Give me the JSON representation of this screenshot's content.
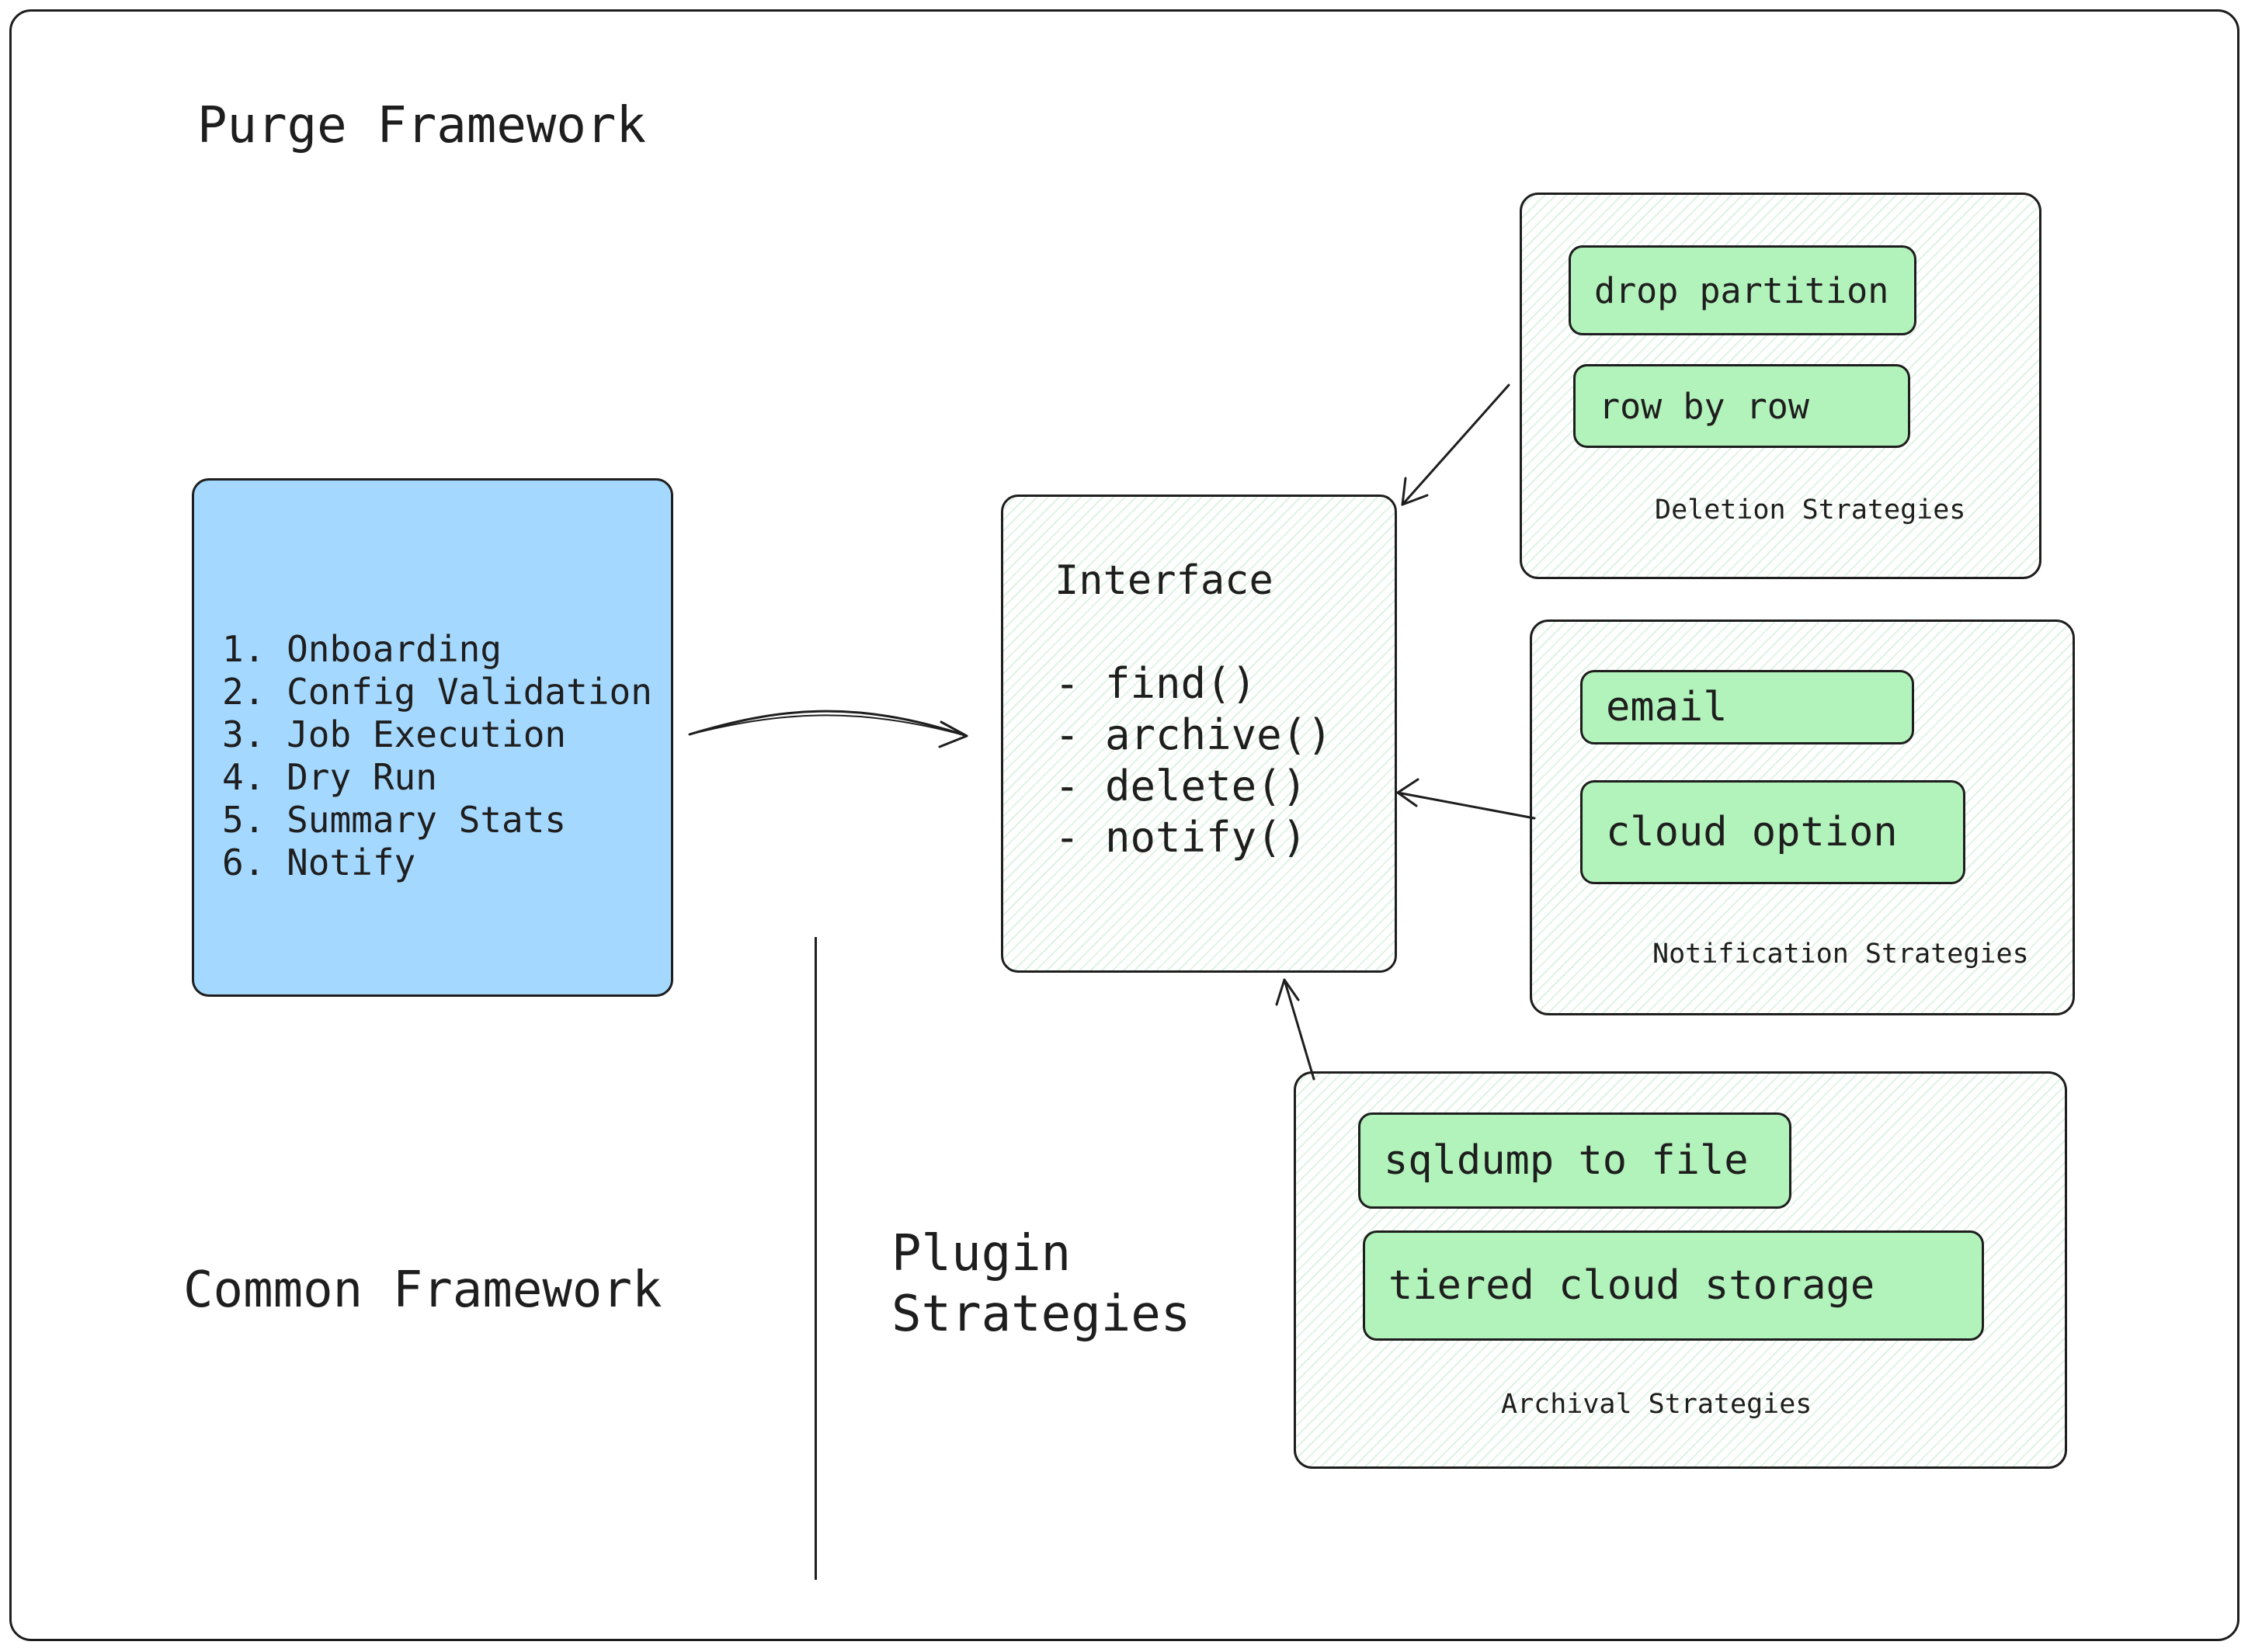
{
  "titles": {
    "purge_framework": "Purge Framework",
    "common_framework": "Common Framework",
    "plugin_line1": "Plugin",
    "plugin_line2": "Strategies"
  },
  "common_steps": [
    "1. Onboarding",
    "2. Config Validation",
    "3. Job Execution",
    "4. Dry Run",
    "5. Summary Stats",
    "6. Notify"
  ],
  "interface": {
    "title": "Interface",
    "methods": [
      "- find()",
      "- archive()",
      "- delete()",
      "- notify()"
    ]
  },
  "deletion": {
    "label": "Deletion Strategies",
    "items": [
      "drop partition",
      "row by row"
    ]
  },
  "notification": {
    "label": "Notification Strategies",
    "items": [
      "email",
      "cloud option"
    ]
  },
  "archival": {
    "label": "Archival Strategies",
    "items": [
      "sqldump to file",
      "tiered cloud storage"
    ]
  },
  "colors": {
    "common_box": "#a5d8ff",
    "strategy_pill": "#b2f2bb",
    "hatch": "#6ec882",
    "stroke": "#1e1e1e"
  }
}
